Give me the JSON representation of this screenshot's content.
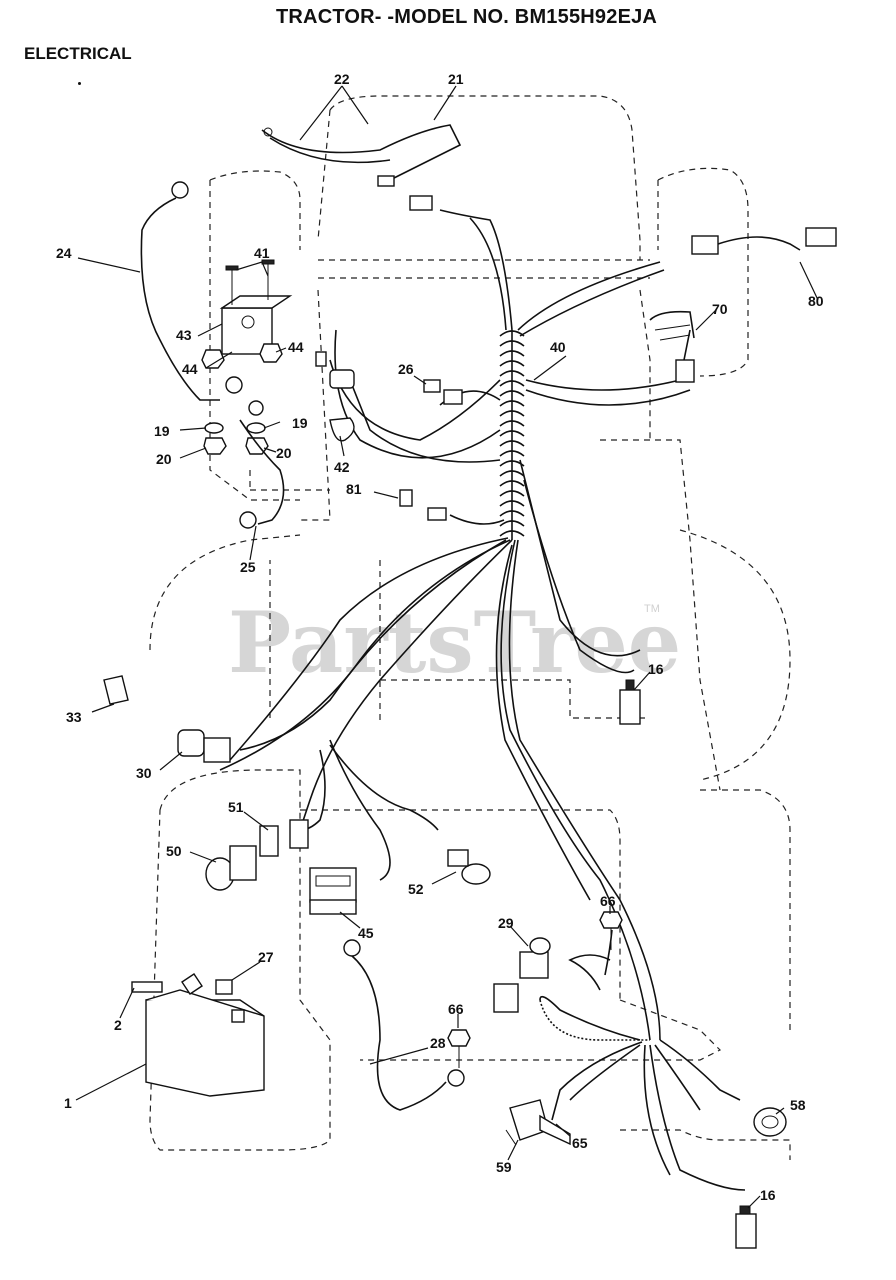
{
  "header": {
    "title": "TRACTOR- -MODEL NO. BM155H92EJA",
    "section": "ELECTRICAL"
  },
  "watermark": {
    "text": "PartsTree",
    "tm": "TM"
  },
  "callouts": {
    "c1": "1",
    "c2": "2",
    "c16a": "16",
    "c16b": "16",
    "c19a": "19",
    "c19b": "19",
    "c20a": "20",
    "c20b": "20",
    "c21": "21",
    "c22": "22",
    "c24": "24",
    "c25": "25",
    "c26": "26",
    "c27": "27",
    "c28": "28",
    "c29": "29",
    "c30": "30",
    "c33": "33",
    "c40": "40",
    "c41": "41",
    "c42": "42",
    "c43": "43",
    "c44a": "44",
    "c44b": "44",
    "c45": "45",
    "c50": "50",
    "c51": "51",
    "c52": "52",
    "c58": "58",
    "c59": "59",
    "c65": "65",
    "c66a": "66",
    "c66b": "66",
    "c70": "70",
    "c80": "80",
    "c81": "81"
  }
}
